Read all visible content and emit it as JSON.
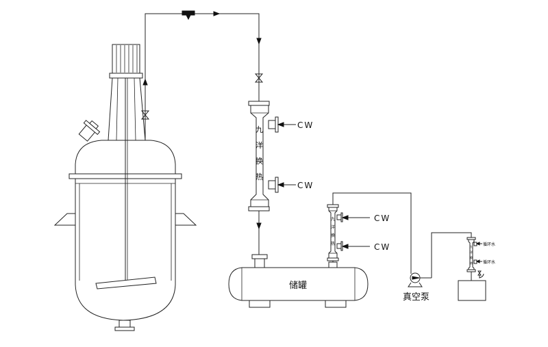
{
  "hx1": {
    "chars": [
      "九",
      "洋",
      "换",
      "热"
    ],
    "cw_top": "CW",
    "cw_bottom": "CW"
  },
  "hx2": {
    "chars": [
      "九",
      "洋",
      "换",
      "热"
    ],
    "cw_top": "CW",
    "cw_bottom": "CW"
  },
  "hx3": {
    "chars": [
      "九",
      "洋",
      "换",
      "热"
    ],
    "label_top": "循环水",
    "label_bottom": "循环水"
  },
  "tank": {
    "label": "储罐"
  },
  "pump": {
    "label": "真空泵"
  }
}
